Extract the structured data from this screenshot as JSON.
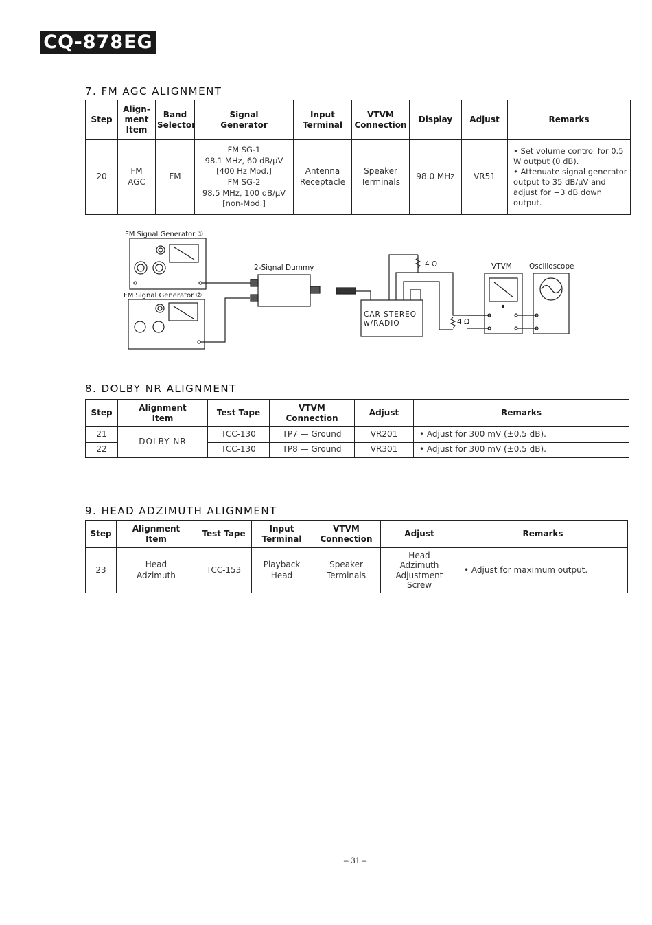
{
  "header": {
    "model": "CQ-878EG"
  },
  "section7": {
    "title": "7. FM AGC ALIGNMENT",
    "headers": {
      "step": "Step",
      "item": "Align-\nment\nItem",
      "band": "Band\nSelector",
      "signal": "Signal\nGenerator",
      "input": "Input\nTerminal",
      "vtvm": "VTVM\nConnection",
      "display": "Display",
      "adjust": "Adjust",
      "remarks": "Remarks"
    },
    "row": {
      "step": "20",
      "item": "FM\nAGC",
      "band": "FM",
      "signal": "FM SG-1\n98.1 MHz, 60 dB/µV\n[400 Hz Mod.]\nFM SG-2\n98.5 MHz, 100 dB/µV\n[non-Mod.]",
      "input": "Antenna\nReceptacle",
      "vtvm": "Speaker\nTerminals",
      "display": "98.0 MHz",
      "adjust": "VR51",
      "remarks": [
        "• Set volume control for 0.5 W output (0 dB).",
        "• Attenuate signal generator output to 35 dB/µV and adjust for −3 dB down output."
      ]
    }
  },
  "diagram": {
    "gen1_label": "FM Signal Generator ①",
    "gen2_label": "FM Signal Generator ②",
    "dummy_label": "2-Signal Dummy",
    "unit_label_1": "CAR STEREO",
    "unit_label_2": "w/RADIO",
    "res_top": "4 Ω",
    "res_bottom": "4 Ω",
    "vtvm_label": "VTVM",
    "scope_label": "Oscilloscope"
  },
  "section8": {
    "title": "8. DOLBY NR ALIGNMENT",
    "headers": {
      "step": "Step",
      "item": "Alignment\nItem",
      "tape": "Test Tape",
      "vtvm": "VTVM\nConnection",
      "adjust": "Adjust",
      "remarks": "Remarks"
    },
    "item": "DOLBY NR",
    "rows": [
      {
        "step": "21",
        "tape": "TCC-130",
        "vtvm": "TP7 — Ground",
        "adjust": "VR201",
        "remarks": "• Adjust for 300 mV (±0.5 dB)."
      },
      {
        "step": "22",
        "tape": "TCC-130",
        "vtvm": "TP8 — Ground",
        "adjust": "VR301",
        "remarks": "• Adjust for 300 mV (±0.5 dB)."
      }
    ]
  },
  "section9": {
    "title": "9. HEAD ADZIMUTH ALIGNMENT",
    "headers": {
      "step": "Step",
      "item": "Alignment\nItem",
      "tape": "Test Tape",
      "input": "Input\nTerminal",
      "vtvm": "VTVM\nConnection",
      "adjust": "Adjust",
      "remarks": "Remarks"
    },
    "row": {
      "step": "23",
      "item": "Head\nAdzimuth",
      "tape": "TCC-153",
      "input": "Playback\nHead",
      "vtvm": "Speaker\nTerminals",
      "adjust": "Head\nAdzimuth\nAdjustment\nScrew",
      "remarks": "• Adjust for maximum output."
    }
  },
  "footer": {
    "page": "– 31 –"
  }
}
